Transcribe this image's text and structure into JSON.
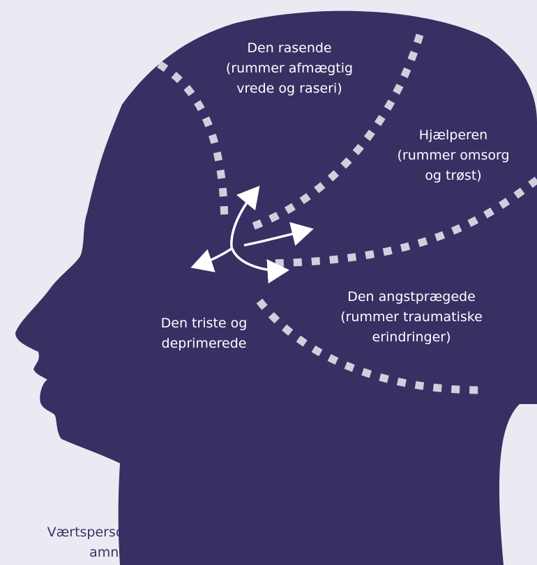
{
  "colors": {
    "background": "#ede9f3",
    "head": "#382f63",
    "divider": "#d2cfdc",
    "arrow": "#ffffff",
    "host_text": "#3a3166"
  },
  "regions": {
    "rasende": [
      "Den rasende",
      "(rummer afmægtig",
      "vrede og raseri)"
    ],
    "hjaelperen": [
      "Hjælperen",
      "(rummer omsorg",
      "og trøst)"
    ],
    "angst": [
      "Den angstprægede",
      "(rummer traumatiske",
      "erindringer)"
    ],
    "triste": [
      "Den triste og",
      "deprimerede"
    ]
  },
  "host": [
    "Værtspersonligheden med",
    "amnesi for de andre"
  ]
}
